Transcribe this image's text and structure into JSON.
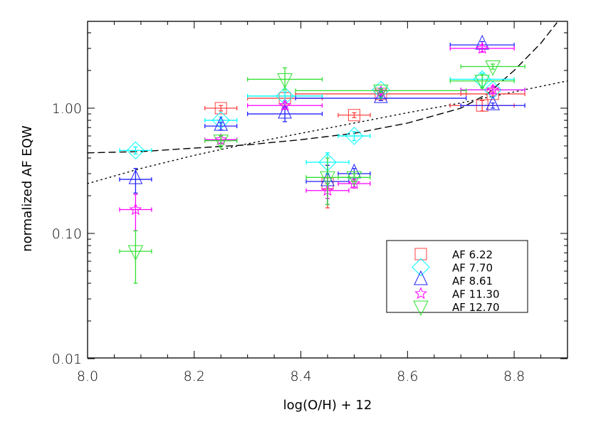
{
  "chart_data": {
    "type": "scatter",
    "title": "",
    "xlabel": "log(O/H) + 12",
    "ylabel": "normalized AF EQW",
    "xlim": [
      8.0,
      8.9
    ],
    "ylim": [
      0.01,
      5.0
    ],
    "yscale": "log",
    "grid": false,
    "legend_position": "lower right (inside)",
    "x_ticks": [
      "8.0",
      "8.2",
      "8.4",
      "8.6",
      "8.8"
    ],
    "y_ticks": [
      "0.01",
      "0.10",
      "1.00"
    ],
    "series": [
      {
        "name": "AF 6.22",
        "marker": "square",
        "color": "#ff4040",
        "points": [
          {
            "x": 8.25,
            "y": 1.0,
            "xerr": 0.03,
            "yerr": [
              0.05,
              0.05
            ]
          },
          {
            "x": 8.37,
            "y": 1.2,
            "xerr": 0.07,
            "yerr": [
              0.05,
              0.05
            ]
          },
          {
            "x": 8.45,
            "y": 0.25,
            "xerr": 0.0,
            "yerr": [
              0.09,
              0.1
            ]
          },
          {
            "x": 8.5,
            "y": 0.88,
            "xerr": 0.03,
            "yerr": [
              0.04,
              0.04
            ]
          },
          {
            "x": 8.55,
            "y": 1.3,
            "xerr": 0.16,
            "yerr": [
              0.05,
              0.05
            ]
          },
          {
            "x": 8.74,
            "y": 1.05,
            "xerr": 0.06,
            "yerr": [
              0.1,
              0.1
            ]
          },
          {
            "x": 8.76,
            "y": 1.3,
            "xerr": 0.06,
            "yerr": [
              0.05,
              0.05
            ]
          }
        ]
      },
      {
        "name": "AF 7.70",
        "marker": "diamond",
        "color": "#00ffff",
        "points": [
          {
            "x": 8.09,
            "y": 0.46,
            "xerr": 0.03,
            "yerr": [
              0.03,
              0.03
            ]
          },
          {
            "x": 8.25,
            "y": 0.8,
            "xerr": 0.03,
            "yerr": [
              0.05,
              0.05
            ]
          },
          {
            "x": 8.37,
            "y": 1.25,
            "xerr": 0.07,
            "yerr": [
              0.1,
              0.1
            ]
          },
          {
            "x": 8.45,
            "y": 0.37,
            "xerr": 0.04,
            "yerr": [
              0.07,
              0.07
            ]
          },
          {
            "x": 8.5,
            "y": 0.6,
            "xerr": 0.03,
            "yerr": [
              0.05,
              0.05
            ]
          },
          {
            "x": 8.55,
            "y": 1.4,
            "xerr": 0.0,
            "yerr": [
              0.05,
              0.05
            ]
          },
          {
            "x": 8.74,
            "y": 1.7,
            "xerr": 0.06,
            "yerr": [
              0.2,
              0.2
            ]
          },
          {
            "x": 8.76,
            "y": 1.4,
            "xerr": 0.06,
            "yerr": [
              0.1,
              0.1
            ]
          }
        ]
      },
      {
        "name": "AF 8.61",
        "marker": "triangle-up",
        "color": "#2020ff",
        "points": [
          {
            "x": 8.09,
            "y": 0.27,
            "xerr": 0.03,
            "yerr": [
              0.06,
              0.06
            ]
          },
          {
            "x": 8.25,
            "y": 0.72,
            "xerr": 0.03,
            "yerr": [
              0.05,
              0.05
            ]
          },
          {
            "x": 8.37,
            "y": 0.9,
            "xerr": 0.07,
            "yerr": [
              0.12,
              0.12
            ]
          },
          {
            "x": 8.45,
            "y": 0.26,
            "xerr": 0.04,
            "yerr": [
              0.09,
              0.09
            ]
          },
          {
            "x": 8.5,
            "y": 0.3,
            "xerr": 0.03,
            "yerr": [
              0.03,
              0.03
            ]
          },
          {
            "x": 8.55,
            "y": 1.2,
            "xerr": 0.16,
            "yerr": [
              0.05,
              0.05
            ]
          },
          {
            "x": 8.74,
            "y": 3.2,
            "xerr": 0.06,
            "yerr": [
              0.2,
              0.2
            ]
          },
          {
            "x": 8.76,
            "y": 1.05,
            "xerr": 0.06,
            "yerr": [
              0.05,
              0.05
            ]
          }
        ]
      },
      {
        "name": "AF 11.30",
        "marker": "star",
        "color": "#ff00ff",
        "points": [
          {
            "x": 8.09,
            "y": 0.155,
            "xerr": 0.03,
            "yerr": [
              0.05,
              0.05
            ]
          },
          {
            "x": 8.25,
            "y": 0.56,
            "xerr": 0.03,
            "yerr": [
              0.04,
              0.04
            ]
          },
          {
            "x": 8.37,
            "y": 1.05,
            "xerr": 0.07,
            "yerr": [
              0.07,
              0.07
            ]
          },
          {
            "x": 8.45,
            "y": 0.22,
            "xerr": 0.04,
            "yerr": [
              0.03,
              0.03
            ]
          },
          {
            "x": 8.5,
            "y": 0.25,
            "xerr": 0.03,
            "yerr": [
              0.02,
              0.02
            ]
          },
          {
            "x": 8.55,
            "y": 1.35,
            "xerr": 0.0,
            "yerr": [
              0.05,
              0.05
            ]
          },
          {
            "x": 8.74,
            "y": 3.0,
            "xerr": 0.06,
            "yerr": [
              0.2,
              0.2
            ]
          },
          {
            "x": 8.76,
            "y": 1.4,
            "xerr": 0.06,
            "yerr": [
              0.1,
              0.1
            ]
          }
        ]
      },
      {
        "name": "AF 12.70",
        "marker": "triangle-down",
        "color": "#30e030",
        "points": [
          {
            "x": 8.09,
            "y": 0.072,
            "xerr": 0.03,
            "yerr": [
              0.032,
              0.033
            ]
          },
          {
            "x": 8.25,
            "y": 0.55,
            "xerr": 0.03,
            "yerr": [
              0.05,
              0.05
            ]
          },
          {
            "x": 8.37,
            "y": 1.7,
            "xerr": 0.07,
            "yerr": [
              0.3,
              0.4
            ]
          },
          {
            "x": 8.45,
            "y": 0.28,
            "xerr": 0.04,
            "yerr": [
              0.11,
              0.12
            ]
          },
          {
            "x": 8.5,
            "y": 0.28,
            "xerr": 0.03,
            "yerr": [
              0.02,
              0.02
            ]
          },
          {
            "x": 8.55,
            "y": 1.38,
            "xerr": 0.16,
            "yerr": [
              0.05,
              0.05
            ]
          },
          {
            "x": 8.74,
            "y": 1.65,
            "xerr": 0.06,
            "yerr": [
              0.2,
              0.2
            ]
          },
          {
            "x": 8.76,
            "y": 2.15,
            "xerr": 0.06,
            "yerr": [
              0.1,
              0.1
            ]
          }
        ]
      }
    ],
    "curves": [
      {
        "name": "dashed-fit",
        "style": "dashed",
        "color": "#000000",
        "points": [
          [
            8.0,
            0.44
          ],
          [
            8.1,
            0.45
          ],
          [
            8.2,
            0.48
          ],
          [
            8.3,
            0.51
          ],
          [
            8.4,
            0.56
          ],
          [
            8.5,
            0.63
          ],
          [
            8.6,
            0.76
          ],
          [
            8.7,
            1.0
          ],
          [
            8.75,
            1.3
          ],
          [
            8.8,
            2.0
          ],
          [
            8.85,
            3.3
          ],
          [
            8.88,
            4.8
          ]
        ]
      },
      {
        "name": "dotted-fit",
        "style": "dotted",
        "color": "#000000",
        "points": [
          [
            8.0,
            0.25
          ],
          [
            8.1,
            0.33
          ],
          [
            8.2,
            0.42
          ],
          [
            8.3,
            0.52
          ],
          [
            8.4,
            0.63
          ],
          [
            8.5,
            0.76
          ],
          [
            8.6,
            0.92
          ],
          [
            8.7,
            1.1
          ],
          [
            8.8,
            1.35
          ],
          [
            8.9,
            1.65
          ]
        ]
      }
    ]
  },
  "legend": {
    "items": [
      {
        "label": "AF 6.22"
      },
      {
        "label": "AF 7.70"
      },
      {
        "label": "AF 8.61"
      },
      {
        "label": "AF 11.30"
      },
      {
        "label": "AF 12.70"
      }
    ]
  }
}
